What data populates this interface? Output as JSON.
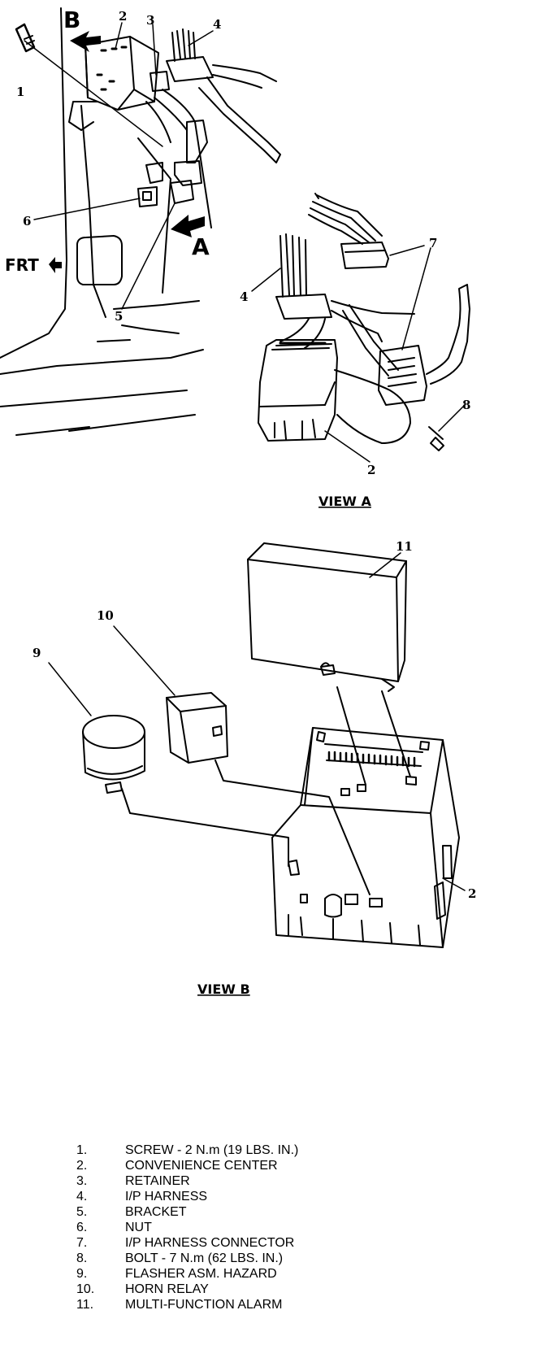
{
  "labels": {
    "view_letter_b": "B",
    "view_letter_a": "A",
    "front": "FRT",
    "c1": "1",
    "c2": "2",
    "c3": "3",
    "c4": "4",
    "c5": "5",
    "c6": "6",
    "viewa_c2": "2",
    "viewa_c4": "4",
    "viewa_c7": "7",
    "viewa_c8": "8",
    "viewb_c2": "2",
    "viewb_c9": "9",
    "viewb_c10": "10",
    "viewb_c11": "11"
  },
  "view_a_title": "VIEW A",
  "view_b_title": "VIEW B",
  "legend": [
    {
      "num": "1.",
      "text": "SCREW - 2 N.m (19 LBS. IN.)"
    },
    {
      "num": "2.",
      "text": "CONVENIENCE CENTER"
    },
    {
      "num": "3.",
      "text": "RETAINER"
    },
    {
      "num": "4.",
      "text": "I/P HARNESS"
    },
    {
      "num": "5.",
      "text": "BRACKET"
    },
    {
      "num": "6.",
      "text": "NUT"
    },
    {
      "num": "7.",
      "text": "I/P HARNESS CONNECTOR"
    },
    {
      "num": "8.",
      "text": "BOLT - 7 N.m (62 LBS. IN.)"
    },
    {
      "num": "9.",
      "text": "FLASHER ASM. HAZARD"
    },
    {
      "num": "10.",
      "text": "HORN RELAY"
    },
    {
      "num": "11.",
      "text": "MULTI-FUNCTION ALARM"
    }
  ]
}
